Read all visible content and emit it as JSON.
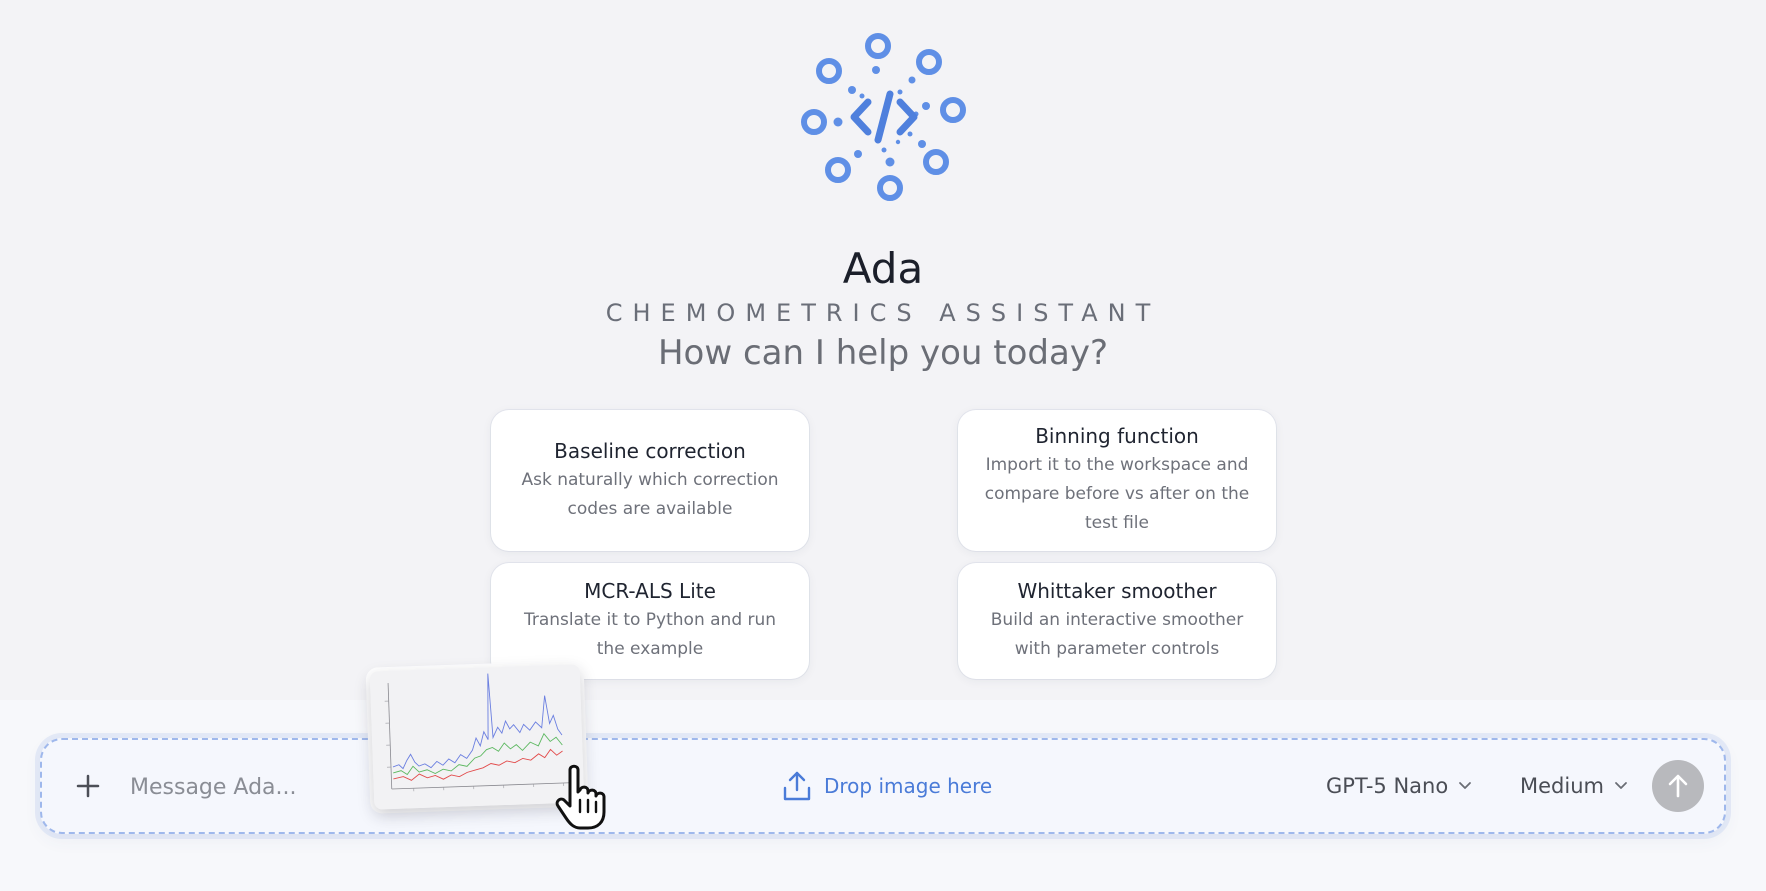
{
  "app": {
    "name": "Ada",
    "subtitle": "CHEMOMETRICS ASSISTANT",
    "greeting": "How can I help you today?"
  },
  "suggestions": [
    {
      "title": "Baseline correction",
      "description": "Ask naturally which correction codes are available"
    },
    {
      "title": "Binning function",
      "description": "Import it to the workspace and compare before vs after on the test file"
    },
    {
      "title": "MCR-ALS Lite",
      "description": "Translate it to Python and run the example"
    },
    {
      "title": "Whittaker smoother",
      "description": "Build an interactive smoother with parameter controls"
    }
  ],
  "composer": {
    "placeholder": "Message Ada...",
    "drop_label": "Drop image here",
    "model": "GPT-5 Nano",
    "effort": "Medium"
  },
  "icons": {
    "logo": "code-bracket-logo",
    "attach": "plus-icon",
    "upload": "upload-icon",
    "chevron": "chevron-down-icon",
    "send": "arrow-up-icon",
    "cursor": "hand-cursor-icon"
  },
  "colors": {
    "accent": "#4a7bd8",
    "logo": "#5f8fe6",
    "send_disabled": "#b8b9bd",
    "series_blue": "#6b7fe0",
    "series_green": "#5cb860",
    "series_red": "#e24a4a"
  }
}
